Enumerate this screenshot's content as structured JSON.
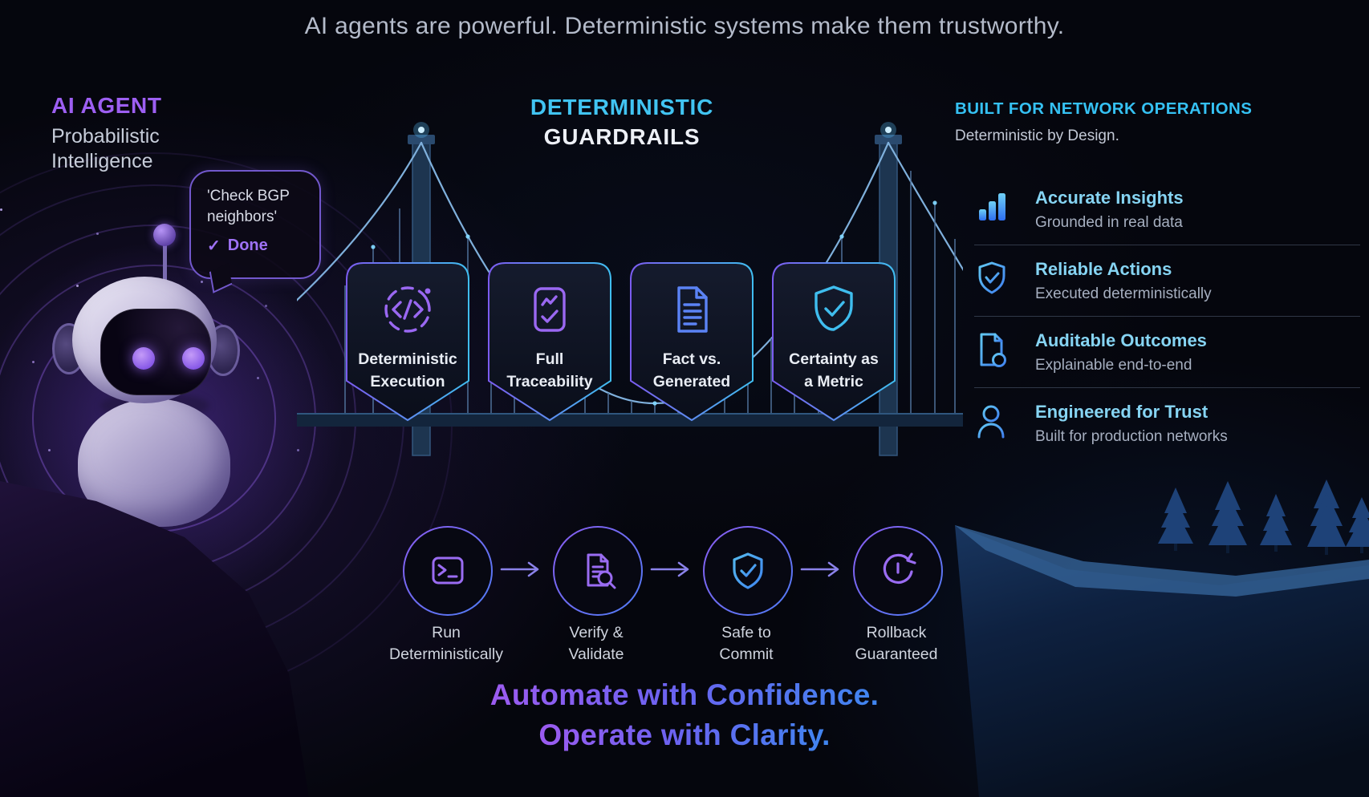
{
  "headline": "AI agents are powerful. Deterministic systems make them trustworthy.",
  "agent": {
    "title": "AI AGENT",
    "subtitle_line1": "Probabilistic",
    "subtitle_line2": "Intelligence",
    "bubble": {
      "line1": "'Check BGP",
      "line2": "neighbors'",
      "check": "✓",
      "status": "Done"
    },
    "robot_icon": "robot-mascot"
  },
  "guardrails": {
    "title_line1": "DETERMINISTIC",
    "title_line2": "GUARDRAILS",
    "cards": [
      {
        "label_line1": "Deterministic",
        "label_line2": "Execution",
        "icon": "code-icon"
      },
      {
        "label_line1": "Full",
        "label_line2": "Traceability",
        "icon": "checklist-icon"
      },
      {
        "label_line1": "Fact vs.",
        "label_line2": "Generated",
        "icon": "document-icon"
      },
      {
        "label_line1": "Certainty as",
        "label_line2": "a Metric",
        "icon": "shield-check-icon"
      }
    ]
  },
  "network_ops": {
    "title": "BUILT FOR NETWORK OPERATIONS",
    "subtitle": "Deterministic by Design.",
    "items": [
      {
        "title": "Accurate Insights",
        "desc": "Grounded in real data",
        "icon": "bar-chart-icon"
      },
      {
        "title": "Reliable Actions",
        "desc": "Executed deterministically",
        "icon": "shield-check-icon"
      },
      {
        "title": "Auditable Outcomes",
        "desc": "Explainable end-to-end",
        "icon": "audit-document-icon"
      },
      {
        "title": "Engineered for Trust",
        "desc": "Built for production networks",
        "icon": "person-icon"
      }
    ]
  },
  "workflow": {
    "steps": [
      {
        "label_line1": "Run",
        "label_line2": "Deterministically",
        "icon": "terminal-icon"
      },
      {
        "label_line1": "Verify &",
        "label_line2": "Validate",
        "icon": "document-search-icon"
      },
      {
        "label_line1": "Safe to",
        "label_line2": "Commit",
        "icon": "shield-check-icon"
      },
      {
        "label_line1": "Rollback",
        "label_line2": "Guaranteed",
        "icon": "rollback-icon"
      }
    ]
  },
  "tagline": {
    "line1": "Automate with Confidence.",
    "line2": "Operate with Clarity."
  },
  "colors": {
    "background": "#05060d",
    "purple_accent": "#9d5ff2",
    "cyan_accent": "#41c4f2",
    "blue_accent": "#4f7df5",
    "heading_gray": "#b4bbca",
    "body_gray": "#a6afc0",
    "white": "#edf0f6"
  }
}
